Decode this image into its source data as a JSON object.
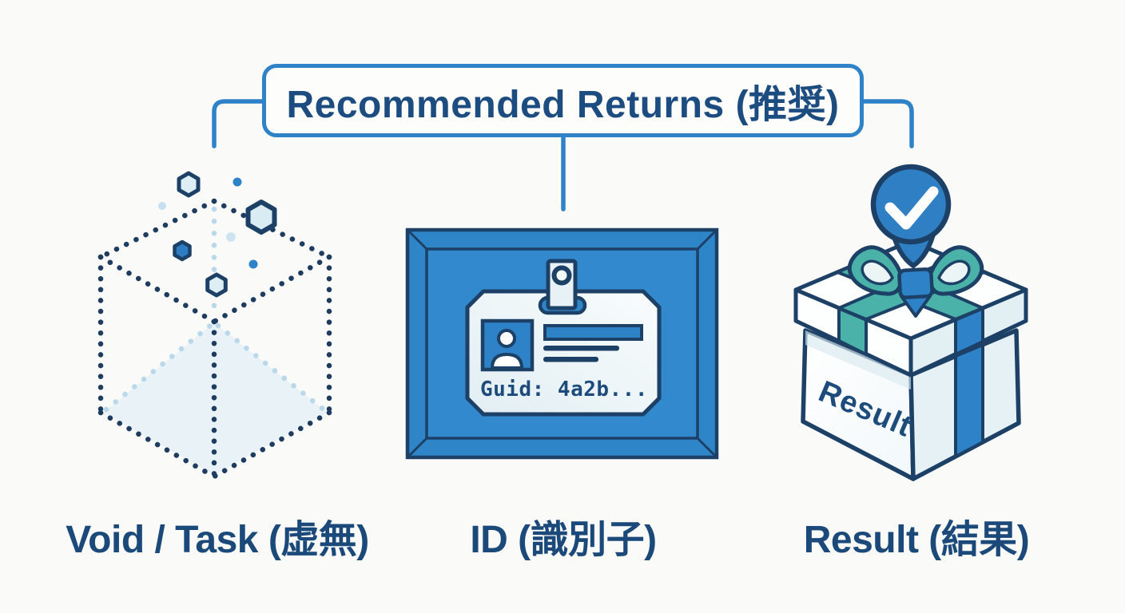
{
  "title": {
    "text": "Recommended Returns (推奨)"
  },
  "items": [
    {
      "key": "void-task",
      "label": "Void / Task (虚無)",
      "icon": "dotted-cube-icon"
    },
    {
      "key": "id",
      "label": "ID (識別子)",
      "icon": "id-badge-frame-icon",
      "badge_text": "Guid: 4a2b..."
    },
    {
      "key": "result",
      "label": "Result (結果)",
      "icon": "gift-box-icon",
      "box_text": "Result"
    }
  ],
  "colors": {
    "background": "#fafaf8",
    "accent_blue": "#2e82c8",
    "frame_blue": "#2e86c9",
    "navy_outline": "#1d4066",
    "label_text": "#1b4a7a",
    "title_text": "#1d4d80",
    "teal": "#4bb2a9",
    "light_blue_fill": "#dcecf5",
    "pale_card": "#eef5f8"
  }
}
